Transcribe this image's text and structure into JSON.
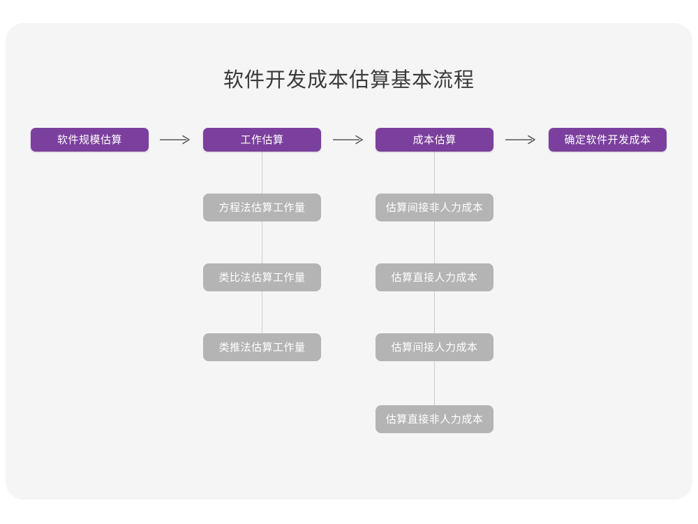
{
  "page": {
    "title": "软件开发成本估算基本流程",
    "background_color": "#ffffff",
    "card_color": "#f5f5f5"
  },
  "theme": {
    "primary_color": "#7b3f9d",
    "secondary_color": "#b4b4b4",
    "title_color": "#3b3a3a",
    "connector_color": "#cbcbcb",
    "arrow_color": "#555555",
    "node_text_color": "#ffffff"
  },
  "flow": {
    "main_steps": [
      {
        "id": "step-1",
        "label": "软件规模估算"
      },
      {
        "id": "step-2",
        "label": "工作估算"
      },
      {
        "id": "step-3",
        "label": "成本估算"
      },
      {
        "id": "step-4",
        "label": "确定软件开发成本"
      }
    ],
    "arrows": [
      {
        "id": "arrow-1",
        "glyph": "→",
        "from": "软件规模估算",
        "to": "工作估算"
      },
      {
        "id": "arrow-2",
        "glyph": "→",
        "from": "工作估算",
        "to": "成本估算"
      },
      {
        "id": "arrow-3",
        "glyph": "→",
        "from": "成本估算",
        "to": "确定软件开发成本"
      }
    ],
    "branches": [
      {
        "parent": "工作估算",
        "items": [
          {
            "id": "effort-1",
            "label": "方程法估算工作量"
          },
          {
            "id": "effort-2",
            "label": "类比法估算工作量"
          },
          {
            "id": "effort-3",
            "label": "类推法估算工作量"
          }
        ]
      },
      {
        "parent": "成本估算",
        "items": [
          {
            "id": "cost-1",
            "label": "估算间接非人力成本"
          },
          {
            "id": "cost-2",
            "label": "估算直接人力成本"
          },
          {
            "id": "cost-3",
            "label": "估算间接人力成本"
          },
          {
            "id": "cost-4",
            "label": "估算直接非人力成本"
          }
        ]
      }
    ]
  }
}
